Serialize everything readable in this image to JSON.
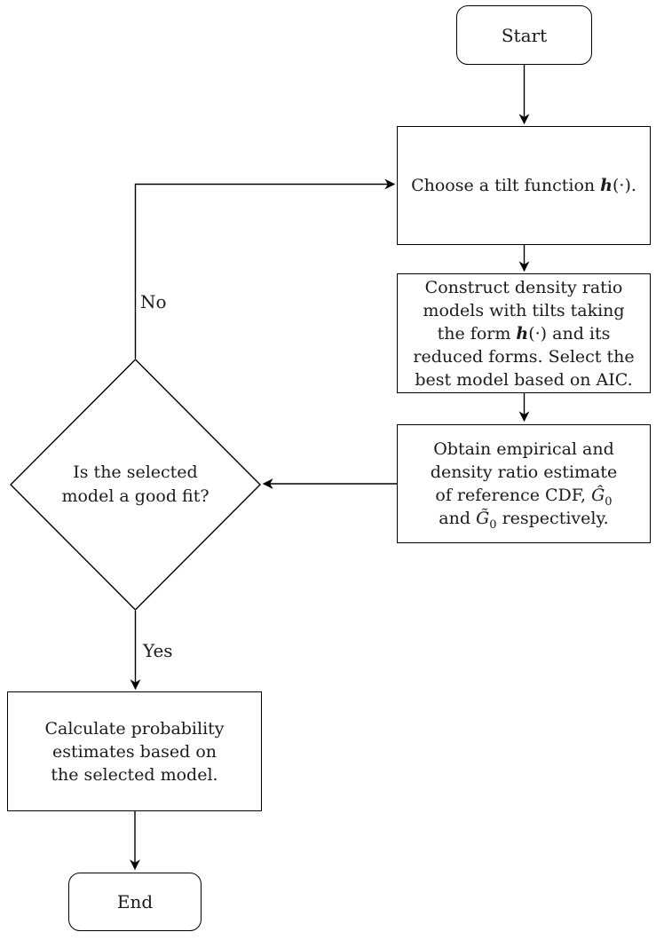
{
  "nodes": {
    "start": {
      "label": "Start"
    },
    "choose": {
      "pre": "Choose a tilt function ",
      "math": "h",
      "post": "(·)."
    },
    "construct": {
      "line1": "Construct density ratio",
      "line2": "models with tilts taking",
      "line3_pre": "the form ",
      "line3_math": "h",
      "line3_post": "(·) and its",
      "line4": "reduced forms.  Select the",
      "line5": "best model based on AIC."
    },
    "obtain": {
      "line1": "Obtain empirical and",
      "line2": "density ratio estimate",
      "line3_pre": "of reference CDF, ",
      "line3_sym": "Ĝ",
      "line3_sub": "0",
      "line4_pre": "and ",
      "line4_sym": "G̃",
      "line4_sub": "0",
      "line4_post": " respectively."
    },
    "decision": {
      "line1": "Is the selected",
      "line2": "model a good fit?"
    },
    "calculate": {
      "line1": "Calculate probability",
      "line2": "estimates based on",
      "line3": "the selected model."
    },
    "end": {
      "label": "End"
    }
  },
  "edges": {
    "no_label": "No",
    "yes_label": "Yes"
  },
  "colors": {
    "line": "#000000",
    "text": "#1b1b1b",
    "background": "#ffffff"
  }
}
